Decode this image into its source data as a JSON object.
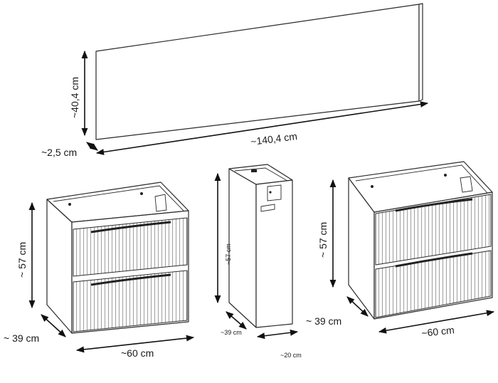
{
  "mirror": {
    "height_label": "~40,4 cm",
    "width_label": "~140,4 cm",
    "depth_label": "~2,5 cm"
  },
  "left_cabinet": {
    "height_label": "~ 57 cm",
    "depth_label": "~ 39 cm",
    "width_label": "~60 cm"
  },
  "tall_cabinet": {
    "height_label": "~57 cm",
    "depth_label": "~39 cm",
    "width_label": "~20 cm"
  },
  "right_cabinet": {
    "height_label": "~ 57 cm",
    "depth_label": "~ 39 cm",
    "width_label": "~60 cm"
  },
  "colors": {
    "line": "#2a2a2a",
    "background": "#ffffff"
  }
}
